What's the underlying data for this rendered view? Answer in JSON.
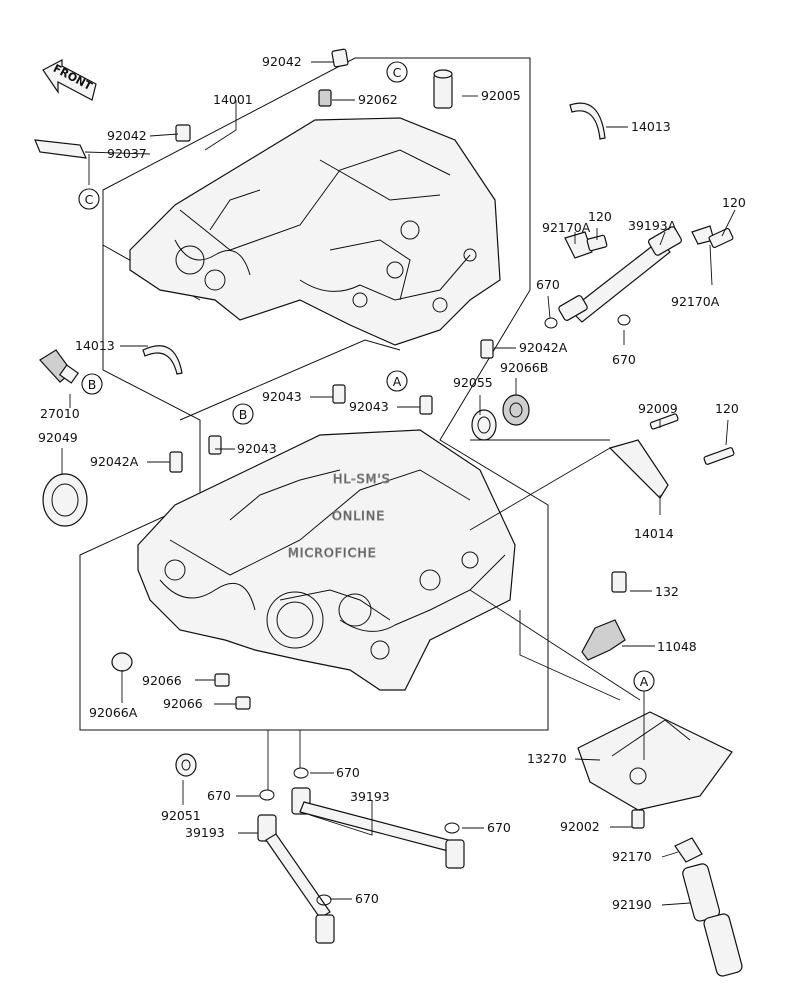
{
  "front_arrow": {
    "label": "FRONT"
  },
  "watermark": {
    "lines": [
      "HL-SM'S",
      "ONLINE",
      "MICROFICHE"
    ]
  },
  "callouts": [
    {
      "key": "c1",
      "text": "C"
    },
    {
      "key": "c2",
      "text": "C"
    },
    {
      "key": "b1",
      "text": "B"
    },
    {
      "key": "b2",
      "text": "B"
    },
    {
      "key": "a1",
      "text": "A"
    },
    {
      "key": "a2",
      "text": "A"
    }
  ],
  "labels": [
    {
      "key": "p92042_top",
      "text": "92042"
    },
    {
      "key": "p14001",
      "text": "14001"
    },
    {
      "key": "p92062",
      "text": "92062"
    },
    {
      "key": "p92005",
      "text": "92005"
    },
    {
      "key": "p14013_top",
      "text": "14013"
    },
    {
      "key": "p92042_left",
      "text": "92042"
    },
    {
      "key": "p92037",
      "text": "92037"
    },
    {
      "key": "p120_a",
      "text": "120"
    },
    {
      "key": "p120_b",
      "text": "120"
    },
    {
      "key": "p92170A_a",
      "text": "92170A"
    },
    {
      "key": "p39193A",
      "text": "39193A"
    },
    {
      "key": "p670_a",
      "text": "670"
    },
    {
      "key": "p92170A_b",
      "text": "92170A"
    },
    {
      "key": "p14013_left",
      "text": "14013"
    },
    {
      "key": "p92042A_right",
      "text": "92042A"
    },
    {
      "key": "p670_b",
      "text": "670"
    },
    {
      "key": "p27010",
      "text": "27010"
    },
    {
      "key": "p92043_a",
      "text": "92043"
    },
    {
      "key": "p92043_b",
      "text": "92043"
    },
    {
      "key": "p92055",
      "text": "92055"
    },
    {
      "key": "p92066B",
      "text": "92066B"
    },
    {
      "key": "p92009",
      "text": "92009"
    },
    {
      "key": "p120_c",
      "text": "120"
    },
    {
      "key": "p92049",
      "text": "92049"
    },
    {
      "key": "p92043_c",
      "text": "92043"
    },
    {
      "key": "p92042A_left",
      "text": "92042A"
    },
    {
      "key": "p14014",
      "text": "14014"
    },
    {
      "key": "p132",
      "text": "132"
    },
    {
      "key": "p11048",
      "text": "11048"
    },
    {
      "key": "p92066_a",
      "text": "92066"
    },
    {
      "key": "p92066_b",
      "text": "92066"
    },
    {
      "key": "p92066A",
      "text": "92066A"
    },
    {
      "key": "p13270",
      "text": "13270"
    },
    {
      "key": "p670_c",
      "text": "670"
    },
    {
      "key": "p39193_a",
      "text": "39193"
    },
    {
      "key": "p92051",
      "text": "92051"
    },
    {
      "key": "p670_d",
      "text": "670"
    },
    {
      "key": "p39193_b",
      "text": "39193"
    },
    {
      "key": "p670_e",
      "text": "670"
    },
    {
      "key": "p92002",
      "text": "92002"
    },
    {
      "key": "p92170",
      "text": "92170"
    },
    {
      "key": "p670_f",
      "text": "670"
    },
    {
      "key": "p92190",
      "text": "92190"
    }
  ]
}
